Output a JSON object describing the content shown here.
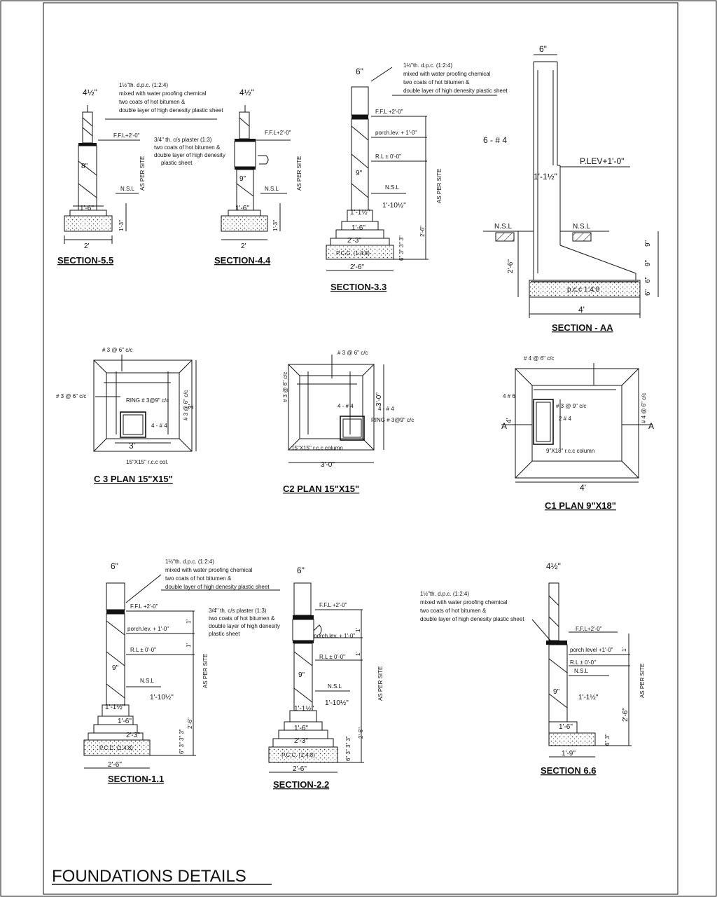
{
  "sheet_title": "FOUNDATIONS DETAILS",
  "common": {
    "dpc_note": [
      "1½\"th. d.p.c. (1:2:4)",
      "mixed with water proofing chemical",
      "two coats of hot bitumen &",
      "double layer of high denesity plastic sheet"
    ],
    "plaster_note": [
      "3/4\" th. c/s plaster (1:3)",
      "two coats of hot bitumen &",
      "double layer of high denesity",
      "plastic sheet"
    ],
    "as_per_site": "AS PER SITE",
    "nsl": "N.S.L",
    "ffl": "F.F.L+2'-0\"",
    "ffl_b": "F.F.L +2'-0\"",
    "porch": "porch.lev. + 1'-0\"",
    "porch_level": "porch level +1'-0\"",
    "rl": "R.L ± 0'-0\"",
    "pcc": "P.C.C. (1:4:8)",
    "pcc_aa": "p.c.c 1:4:8"
  },
  "dims": {
    "d4half": "4½\"",
    "d6": "6\"",
    "d8": "8\"",
    "d9": "9\"",
    "d1_6": "1'-6\"",
    "d2": "2'",
    "d1_3": "1'-3\"",
    "d6_3": "6\" 3\"",
    "d2_3": "2'-3\"",
    "d2_6": "2'-6\"",
    "d1_9": "1'-9\"",
    "d1_1h": "1'-1½\"",
    "d1_10h": "1'-10½\"",
    "d1": "1'",
    "d3": "3'",
    "d4": "4'",
    "d3_0": "3'-0\"",
    "d6_33": "6\" 3\" 3\" 3\"",
    "d9v": "9\"",
    "d6v": "6\""
  },
  "sections": {
    "s55": "SECTION-5.5",
    "s44": "SECTION-4.4",
    "s33": "SECTION-3.3",
    "saa": "SECTION - AA",
    "s11": "SECTION-1.1",
    "s22": "SECTION-2.2",
    "s66": "SECTION 6.6"
  },
  "plans": {
    "c3": "C 3  PLAN 15\"X15\"",
    "c2": "C2  PLAN 15\"X15\"",
    "c1": "C1  PLAN 9\"X18\"",
    "bar3_6": "# 3 @ 6\" c/c",
    "bar4_6": "# 4 @ 6\" c/c",
    "ring": "RING # 3@9\" c/c",
    "four4": "4 - # 4",
    "col15": "15\"X15\" r.c.c column",
    "col15b": "15\"X15\" r.c.c col.",
    "col918": "9\"X18\" r.c.c column",
    "bar3_9": "# 3 @ 9\" c/c",
    "two4": "2 # 4",
    "four6": "4 # 6",
    "six4": "6 - # 4",
    "plev": "P.LEV+1'-0\"",
    "cutA": "A"
  }
}
